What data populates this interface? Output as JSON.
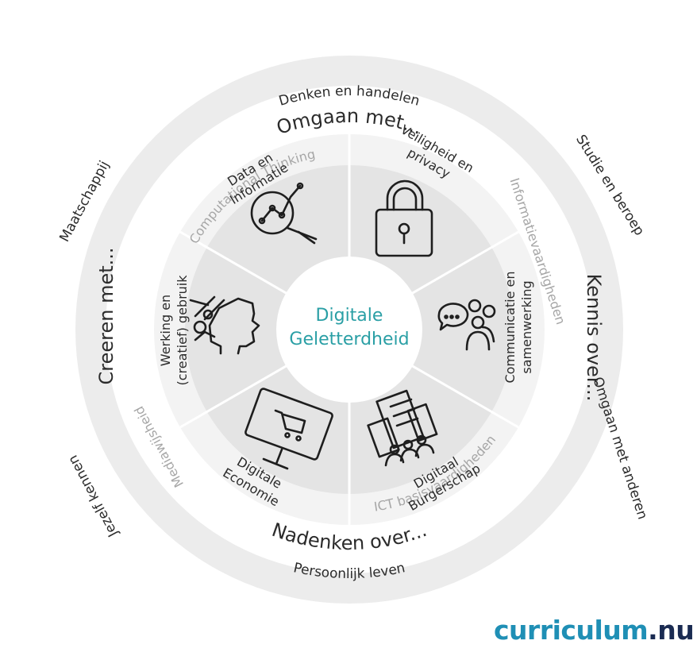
{
  "outer_ring": {
    "top": "Denken en handelen",
    "left": "Maatschappij",
    "right": "Studie en beroep",
    "bottom_left": "Jezelf kennen",
    "bottom_right": "Omgaan met anderen",
    "bottom": "Persoonlijk leven"
  },
  "middle_ring": {
    "top": "Omgaan met...",
    "left": "Creeren met...",
    "right": "Kennis over...",
    "bottom": "Nadenken over..."
  },
  "skills": {
    "computational_thinking": "Computational Thinking",
    "informatievaardigheden": "Informatievaardigheden",
    "ict_basisvaardigheden": "ICT basisvaardigheden",
    "mediawijsheid": "Mediawijsheid"
  },
  "segments": {
    "data": [
      "Data en",
      "Informatie"
    ],
    "veiligheid": [
      "Veiligheid en",
      "privacy"
    ],
    "communicatie": [
      "Communicatie en",
      "samenwerking"
    ],
    "burgerschap": [
      "Digitaal",
      "Burgerschap"
    ],
    "economie": [
      "Digitale",
      "Economie"
    ],
    "werking": [
      "Werking en",
      "(creatief) gebruik"
    ]
  },
  "center": {
    "line1": "Digitale",
    "line2": "Geletterdheid"
  },
  "logo": {
    "part1": "curriculum",
    "part2": ".nu"
  },
  "colors": {
    "outer_ring": "#ececec",
    "segments": "#e4e4e4",
    "center_text": "#2a9fa5",
    "logo_primary": "#1f8fb5",
    "logo_secondary": "#1a2b52"
  }
}
